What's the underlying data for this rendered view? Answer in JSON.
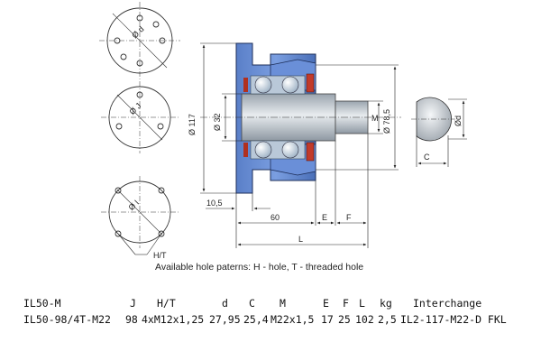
{
  "drawing": {
    "labels": {
      "hole_circle_d": "Ø d",
      "hole_circle_j": "Ø J",
      "hole_circle_i": "Ø I",
      "dia_117": "Ø 117",
      "dia_32": "Ø 32",
      "dia_785": "Ø 78,5",
      "thread_m": "M",
      "shaft_d": "Ød",
      "dim_c": "C",
      "dim_105": "10,5",
      "dim_60": "60",
      "dim_e": "E",
      "dim_f": "F",
      "dim_l": "L",
      "hole_type": "H/T"
    },
    "caption": "Available hole paterns: H - hole, T - threaded hole"
  },
  "specs": {
    "header": [
      "IL50-M",
      "J",
      "H/T",
      "d",
      "C",
      "M",
      "E",
      "F",
      "L",
      "kg",
      "Interchange"
    ],
    "row": [
      "IL50-98/4T-M22",
      "98",
      "4xM12x1,25",
      "27,95",
      "25,4",
      "M22x1,5",
      "17",
      "25",
      "102",
      "2,5",
      "IL2-117-M22-D FKL"
    ]
  }
}
